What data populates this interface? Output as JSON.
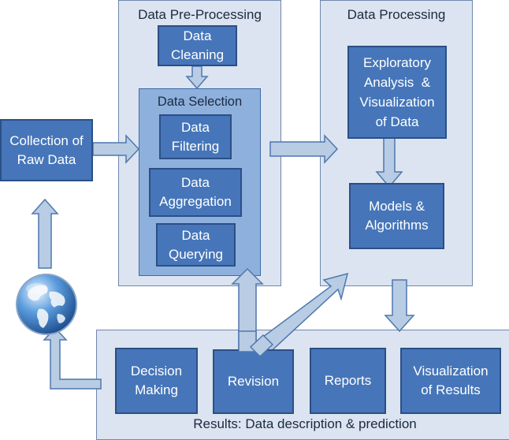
{
  "panels": {
    "preprocessing": {
      "title": "Data Pre-Processing"
    },
    "processing": {
      "title": "Data Processing"
    },
    "selection": {
      "title": "Data Selection"
    },
    "results": {
      "title": "Results: Data description & prediction"
    }
  },
  "boxes": {
    "collection": {
      "line1": "Collection of",
      "line2": "Raw Data"
    },
    "cleaning": {
      "line1": "Data",
      "line2": "Cleaning"
    },
    "filtering": {
      "line1": "Data",
      "line2": "Filtering"
    },
    "aggregation": {
      "line1": "Data",
      "line2": "Aggregation"
    },
    "querying": {
      "line1": "Data",
      "line2": "Querying"
    },
    "exploratory": {
      "line1": "Exploratory",
      "line2": "Analysis  &",
      "line3": "Visualization",
      "line4": "of Data"
    },
    "models": {
      "line1": "Models &",
      "line2": "Algorithms"
    },
    "decision": {
      "line1": "Decision",
      "line2": "Making"
    },
    "revision": {
      "line1": "Revision"
    },
    "reports": {
      "line1": "Reports"
    },
    "visualization_results": {
      "line1": "Visualization",
      "line2": "of Results"
    }
  },
  "icons": {
    "globe": "globe-icon"
  },
  "colors": {
    "panel_bg": "#dbe4f0",
    "selection_bg": "#8eb0dc",
    "box_bg": "#4676b9",
    "arrow_fill": "#b8cce4",
    "arrow_stroke": "#4f77ad"
  }
}
